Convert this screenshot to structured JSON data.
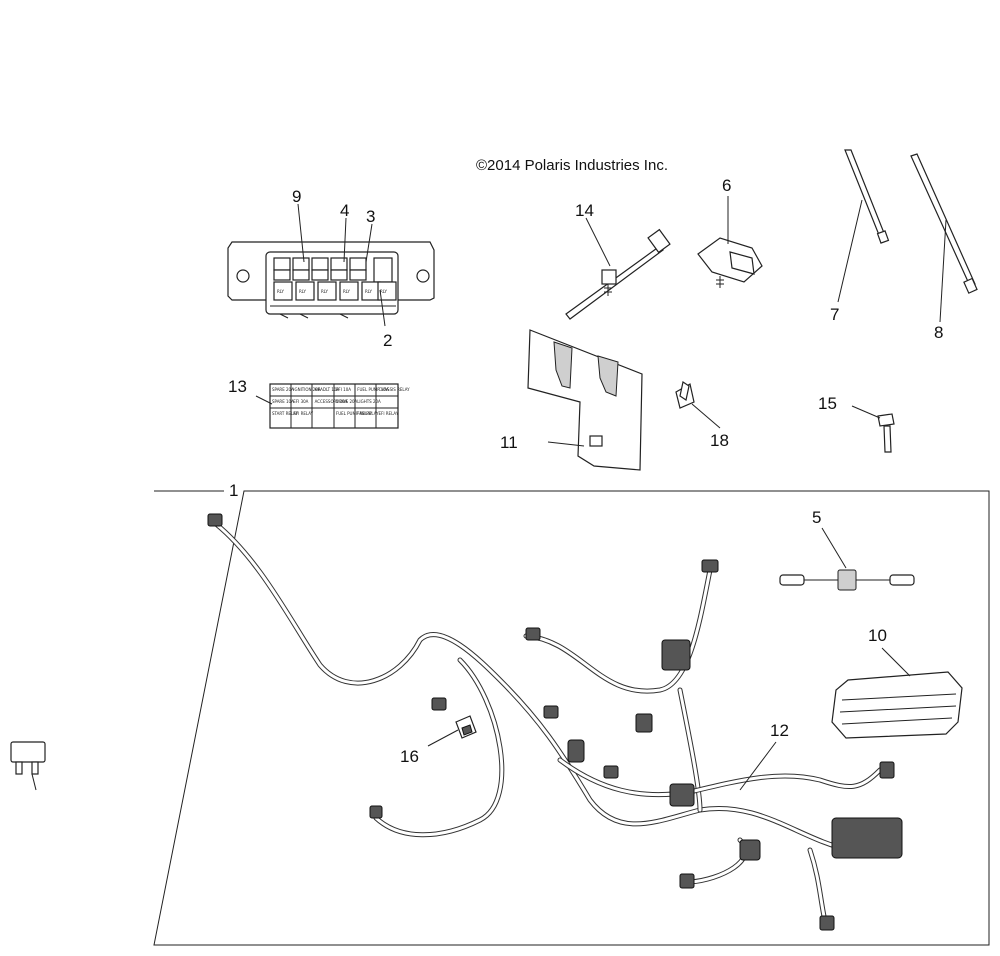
{
  "copyright": "©2014 Polaris Industries Inc.",
  "callouts": {
    "c1": "1",
    "c2": "2",
    "c3": "3",
    "c4": "4",
    "c5": "5",
    "c6": "6",
    "c7": "7",
    "c8": "8",
    "c9": "9",
    "c10": "10",
    "c11": "11",
    "c12": "12",
    "c13": "13",
    "c14": "14",
    "c15": "15",
    "c16": "16",
    "c18": "18"
  },
  "fuse_label": {
    "cells": [
      "SPARE 20A",
      "IGNITION 20A",
      "HEADLT 10A",
      "EFI 10A",
      "FUEL PUMP 15A",
      "CHASSIS RELAY",
      "SPARE 10A",
      "EFI 30A",
      "ACCESSORY 20A",
      "DRIVE 20A",
      "LIGHTS 20A",
      "",
      "START RELAY",
      "EFI RELAY",
      "",
      "FUEL PUMP RELAY",
      "FAN RELAY",
      "EFI RELAY"
    ]
  },
  "fuse_box": {
    "relay_label": "RLY"
  }
}
